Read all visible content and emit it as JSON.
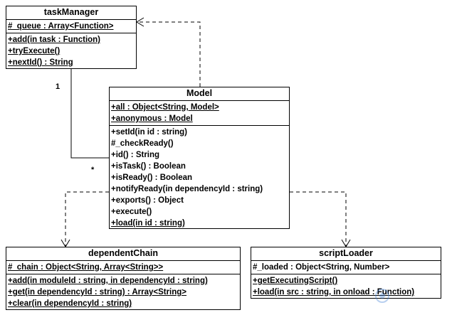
{
  "classes": {
    "taskManager": {
      "name": "taskManager",
      "attributes": [
        "#_queue : Array<Function>"
      ],
      "methods": [
        "+add(in task : Function)",
        "+tryExecute()",
        "+nextId() : String"
      ]
    },
    "model": {
      "name": "Model",
      "attributes": [
        "+all : Object<String, Model>",
        "+anonymous : Model"
      ],
      "methods": [
        "+setId(in id : string)",
        "#_checkReady()",
        "+id() : String",
        "+isTask() : Boolean",
        "+isReady() : Boolean",
        "+notifyReady(in dependencyId : string)",
        "+exports() : Object",
        "+execute()",
        "+load(in id : string)"
      ]
    },
    "dependentChain": {
      "name": "dependentChain",
      "attributes": [
        "#_chain : Object<String, Array<String>>"
      ],
      "methods": [
        "+add(in moduleId : string, in dependencyId : string)",
        "+get(in dependencyId : string) : Array<String>",
        "+clear(in dependencyId : string)"
      ]
    },
    "scriptLoader": {
      "name": "scriptLoader",
      "attributes": [
        "#_loaded : Object<String, Number>"
      ],
      "methods": [
        "+getExecutingScript()",
        "+load(in src : string, in onload : Function)"
      ]
    }
  },
  "multiplicity": {
    "one": "1",
    "many": "*"
  }
}
